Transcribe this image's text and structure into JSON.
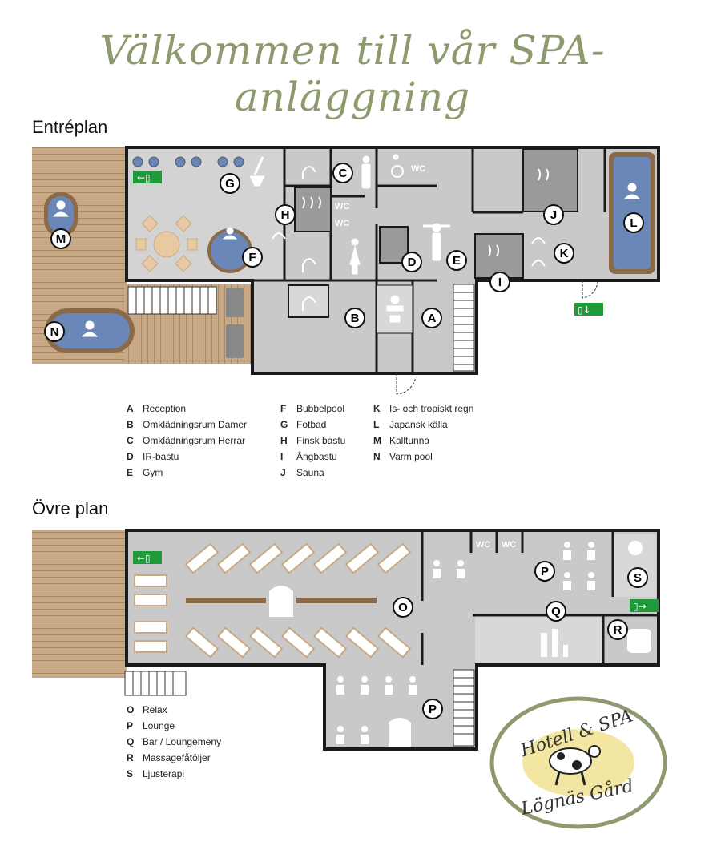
{
  "title": "Välkommen till vår SPA-anläggning",
  "floors": {
    "ground": "Entréplan",
    "upper": "Övre plan"
  },
  "legend_ground": [
    {
      "key": "A",
      "label": "Reception"
    },
    {
      "key": "B",
      "label": "Omklädningsrum Damer"
    },
    {
      "key": "C",
      "label": "Omklädningsrum Herrar"
    },
    {
      "key": "D",
      "label": "IR-bastu"
    },
    {
      "key": "E",
      "label": "Gym"
    },
    {
      "key": "F",
      "label": "Bubbelpool"
    },
    {
      "key": "G",
      "label": "Fotbad"
    },
    {
      "key": "H",
      "label": "Finsk bastu"
    },
    {
      "key": "I",
      "label": "Ångbastu"
    },
    {
      "key": "J",
      "label": "Sauna"
    },
    {
      "key": "K",
      "label": "Is- och tropiskt regn"
    },
    {
      "key": "L",
      "label": "Japansk källa"
    },
    {
      "key": "M",
      "label": "Kalltunna"
    },
    {
      "key": "N",
      "label": "Varm pool"
    }
  ],
  "legend_upper": [
    {
      "key": "O",
      "label": "Relax"
    },
    {
      "key": "P",
      "label": "Lounge"
    },
    {
      "key": "Q",
      "label": "Bar / Loungemeny"
    },
    {
      "key": "R",
      "label": "Massagefåtöljer"
    },
    {
      "key": "S",
      "label": "Ljusterapi"
    }
  ],
  "wc_label": "WC",
  "logo": {
    "line1": "Hotell & SPA",
    "line2": "Lögnäs Gård"
  },
  "colors": {
    "title": "#8c9a6e",
    "floor": "#c9c9c9",
    "wall": "#1a1a1a",
    "deck": "#c9a985",
    "pool": "#6b87b7",
    "pool_rim": "#8b6a4a",
    "sauna": "#9a9a9a",
    "exit": "#1e9a3a",
    "logo_border": "#8c9a6e",
    "logo_fill": "#f3e6a3"
  }
}
